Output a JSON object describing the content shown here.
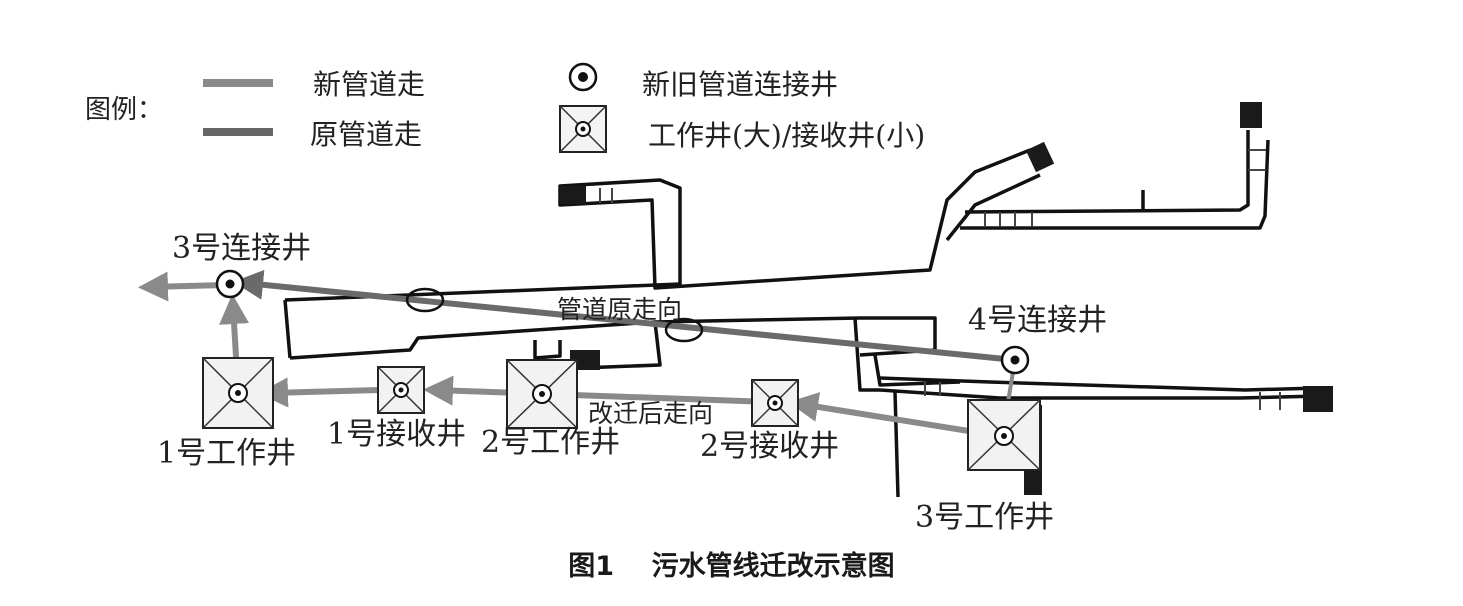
{
  "legend": {
    "title": "图例：",
    "new_pipe": "新管道走",
    "old_pipe": "原管道走",
    "connection_well": "新旧管道连接井",
    "work_well": "工作井(大)/接收井(小)"
  },
  "labels": {
    "conn3": "3号连接井",
    "conn4": "4号连接井",
    "work1": "1号工作井",
    "recv1": "1号接收井",
    "work2": "2号工作井",
    "recv2": "2号接收井",
    "work3": "3号工作井",
    "old_direction": "管道原走向",
    "new_direction": "改迁后走向"
  },
  "caption": "图1    污水管线迁改示意图",
  "colors": {
    "new_pipe": "#8a8a8a",
    "old_pipe": "#666666",
    "tunnel": "#111111",
    "well_fill": "#f2f2f2"
  }
}
